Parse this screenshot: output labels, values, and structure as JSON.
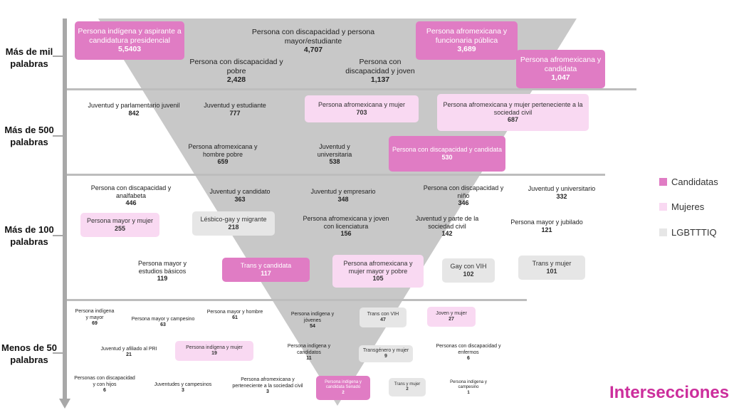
{
  "title": "Intersecciones",
  "colors": {
    "candidatas": "#e07cc4",
    "mujeres": "#f9d9f2",
    "lgbtttiq": "#e6e6e6",
    "funnel": "#c8c8c8",
    "title": "#cc2e9c"
  },
  "legend": [
    {
      "key": "candidatas",
      "label": "Candidatas"
    },
    {
      "key": "mujeres",
      "label": "Mujeres"
    },
    {
      "key": "lgbtttiq",
      "label": "LGBTTTIQ"
    }
  ],
  "categories": [
    "Más de mil palabras",
    "Más de 500 palabras",
    "Más de 100 palabras",
    "Menos de 50 palabras"
  ],
  "items": [
    {
      "label": "Persona indígena y aspirante a candidatura presidencial",
      "value": "5,5403",
      "group": "candidatas"
    },
    {
      "label": "Persona con discapacidad y persona mayor/estudiante",
      "value": "4,707",
      "group": "none"
    },
    {
      "label": "Persona afromexicana y funcionaria pública",
      "value": "3,689",
      "group": "candidatas"
    },
    {
      "label": "Persona con discapacidad y pobre",
      "value": "2,428",
      "group": "none"
    },
    {
      "label": "Persona con discapacidad y joven",
      "value": "1,137",
      "group": "none"
    },
    {
      "label": "Persona afromexicana y candidata",
      "value": "1,047",
      "group": "candidatas"
    },
    {
      "label": "Juventud y parlamentario juvenil",
      "value": "842",
      "group": "none"
    },
    {
      "label": "Juventud y estudiante",
      "value": "777",
      "group": "none"
    },
    {
      "label": "Persona afromexicana y mujer",
      "value": "703",
      "group": "mujeres"
    },
    {
      "label": "Persona afromexicana y mujer perteneciente a la sociedad civil",
      "value": "687",
      "group": "mujeres"
    },
    {
      "label": "Persona afromexicana y hombre pobre",
      "value": "659",
      "group": "none"
    },
    {
      "label": "Juventud y universitaria",
      "value": "538",
      "group": "none"
    },
    {
      "label": "Persona con discapacidad y candidata",
      "value": "530",
      "group": "candidatas"
    },
    {
      "label": "Persona con discapacidad y analfabeta",
      "value": "446",
      "group": "none"
    },
    {
      "label": "Juventud y candidato",
      "value": "363",
      "group": "none"
    },
    {
      "label": "Juventud y empresario",
      "value": "348",
      "group": "none"
    },
    {
      "label": "Persona con discapacidad y niño",
      "value": "346",
      "group": "none"
    },
    {
      "label": "Juventud y universitario",
      "value": "332",
      "group": "none"
    },
    {
      "label": "Persona mayor y mujer",
      "value": "255",
      "group": "mujeres"
    },
    {
      "label": "Lésbico-gay y migrante",
      "value": "218",
      "group": "lgbtttiq"
    },
    {
      "label": "Persona afromexicana y joven con licenciatura",
      "value": "156",
      "group": "none"
    },
    {
      "label": "Juventud y parte de la sociedad civil",
      "value": "142",
      "group": "none"
    },
    {
      "label": "Persona mayor y jubilado",
      "value": "121",
      "group": "none"
    },
    {
      "label": "Persona mayor y estudios básicos",
      "value": "119",
      "group": "none"
    },
    {
      "label": "Trans y candidata",
      "value": "117",
      "group": "candidatas"
    },
    {
      "label": "Persona afromexicana y mujer mayor y pobre",
      "value": "105",
      "group": "mujeres"
    },
    {
      "label": "Gay con VIH",
      "value": "102",
      "group": "lgbtttiq"
    },
    {
      "label": "Trans y mujer",
      "value": "101",
      "group": "lgbtttiq"
    },
    {
      "label": "Persona indígena y mayor",
      "value": "69",
      "group": "none"
    },
    {
      "label": "Persona mayor y campesino",
      "value": "63",
      "group": "none"
    },
    {
      "label": "Persona mayor y hombre",
      "value": "61",
      "group": "none"
    },
    {
      "label": "Persona indígena y jóvenes",
      "value": "54",
      "group": "none"
    },
    {
      "label": "Trans con VIH",
      "value": "47",
      "group": "lgbtttiq"
    },
    {
      "label": "Joven y mujer",
      "value": "27",
      "group": "mujeres"
    },
    {
      "label": "Juventud y afiliado al PRI",
      "value": "21",
      "group": "none"
    },
    {
      "label": "Persona indígena y mujer",
      "value": "19",
      "group": "mujeres"
    },
    {
      "label": "Persona indígena y candidatos",
      "value": "11",
      "group": "none"
    },
    {
      "label": "Transgénero y mujer",
      "value": "9",
      "group": "lgbtttiq"
    },
    {
      "label": "Personas con discapacidad y enfermos",
      "value": "6",
      "group": "none"
    },
    {
      "label": "Personas con discapacidad y con hijos",
      "value": "6",
      "group": "none"
    },
    {
      "label": "Juventudes y campesinos",
      "value": "3",
      "group": "none"
    },
    {
      "label": "Persona afromexicana y perteneciente a la sociedad civil",
      "value": "3",
      "group": "none"
    },
    {
      "label": "Persona indígena y candidata Senado",
      "value": "2",
      "group": "candidatas"
    },
    {
      "label": "Trans y mujer",
      "value": "2",
      "group": "lgbtttiq"
    },
    {
      "label": "Persona indígena y campesino",
      "value": "1",
      "group": "none"
    }
  ]
}
